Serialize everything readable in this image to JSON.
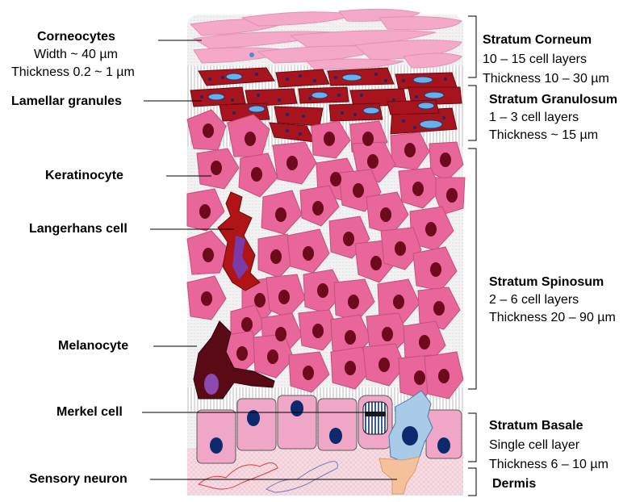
{
  "left_labels": {
    "corneocytes": {
      "name": "Corneocytes",
      "line2": "Width ~ 40 µm",
      "line3": "Thickness 0.2 ~ 1 µm"
    },
    "lamellar": "Lamellar granules",
    "keratinocyte": "Keratinocyte",
    "langerhans": "Langerhans cell",
    "melanocyte": "Melanocyte",
    "merkel": "Merkel cell",
    "sensory": "Sensory neuron"
  },
  "right_labels": {
    "corneum": {
      "title": "Stratum Corneum",
      "line2": "10 – 15 cell layers",
      "line3": "Thickness 10 – 30 µm"
    },
    "granulosum": {
      "title": "Stratum Granulosum",
      "line2": "1 – 3 cell layers",
      "line3": "Thickness ~ 15 µm"
    },
    "spinosum": {
      "title": "Stratum Spinosum",
      "line2": "2 – 6 cell layers",
      "line3": "Thickness 20 – 90 µm"
    },
    "basale": {
      "title": "Stratum Basale",
      "line2": "Single cell layer",
      "line3": "Thickness 6 – 10 µm"
    },
    "dermis": "Dermis"
  },
  "colors": {
    "corneocyte": "#f4a9c8",
    "granular_cell": "#a8141e",
    "keratinocyte": "#e9669a",
    "keratinocyte_stroke": "#c24f7c",
    "nucleus": "#6d0a1c",
    "langerhans": "#b01414",
    "langerhans_nucleus": "#7a3aa8",
    "melanocyte": "#5a0a14",
    "basal_cell": "#f0a6c6",
    "basal_nucleus": "#0e2a6e",
    "merkel_cell": "#a9cbe8",
    "neuron": "#f5c19a",
    "dermis": "#f4d4dc"
  }
}
